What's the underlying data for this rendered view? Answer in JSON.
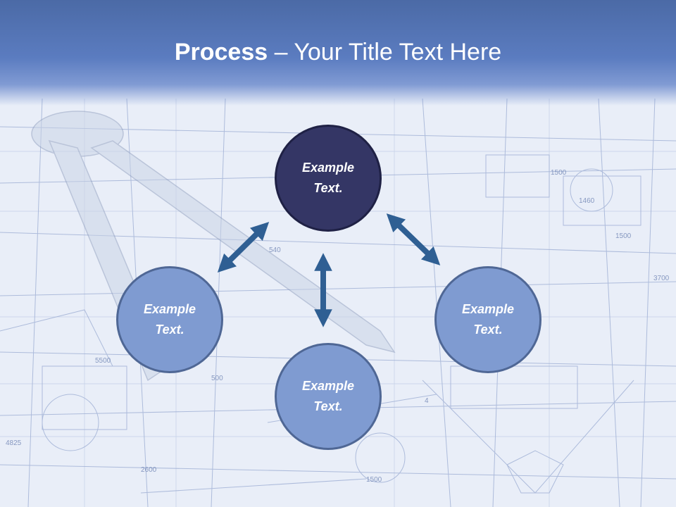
{
  "title": {
    "bold": "Process",
    "rest": " – Your Title Text Here"
  },
  "nodes": {
    "top": "Example Text.",
    "left": "Example Text.",
    "right": "Example Text.",
    "bottom": "Example Text."
  },
  "blueprint_labels": [
    "1500",
    "1460",
    "1500",
    "3700",
    "540",
    "4",
    "4825",
    "2600",
    "1500",
    "500",
    "5500"
  ],
  "colors": {
    "header": "#5b7cc0",
    "dark_node": "#343665",
    "light_node": "#7f9bd1",
    "arrow": "#2f5f93"
  }
}
